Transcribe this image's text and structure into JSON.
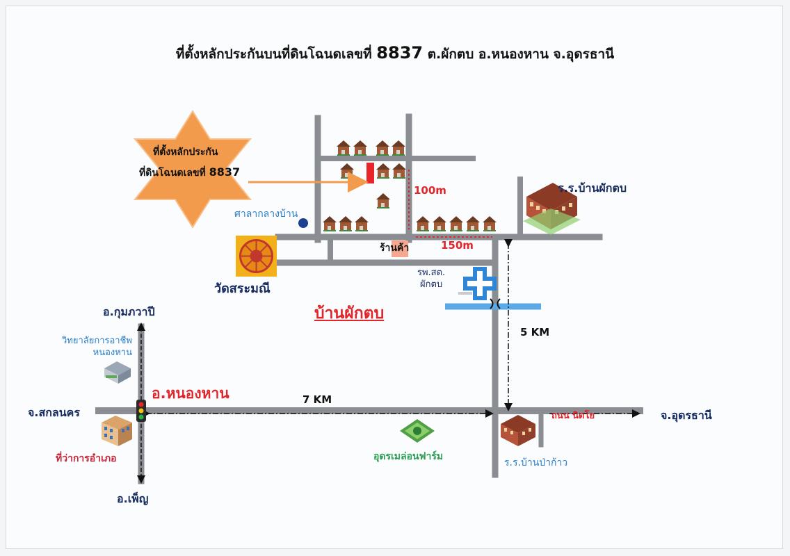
{
  "title": {
    "prefix": "ที่ตั้งหลักประกันบนที่ดินโฉนดเลขที่",
    "number": "8837",
    "suffix": "ต.ผักตบ อ.หนองหาน จ.อุดรธานี"
  },
  "collateral": {
    "line1": "ที่ตั้งหลักประกัน",
    "line2_prefix": "ที่ดินโฉนดเลขที่",
    "line2_number": "8837"
  },
  "distances": {
    "d100m": "100m",
    "d150m": "150m",
    "d5km": "5 KM",
    "d7km": "7 KM"
  },
  "places": {
    "village_hall": "ศาลากลางบ้าน",
    "school_phaktop": "ร.ร.บ้านผักตบ",
    "shop": "ร้านค้า",
    "temple": "วัดสระมณี",
    "health_center_l1": "รพ.สต.",
    "health_center_l2": "ผักตบ",
    "village": "บ้านผักตบ",
    "kumphawapi": "อ.กุมภวาปี",
    "college_l1": "วิทยาลัยการอาชีพ",
    "college_l2": "หนองหาน",
    "nong_han": "อ.หนองหาน",
    "sakon_nakhon": "จ.สกลนคร",
    "district_office": "ที่ว่าการอำเภอ",
    "phen": "อ.เพ็ญ",
    "melon_farm": "อุดรเมล่อนฟาร์ม",
    "school_pakao": "ร.ร.บ้านป่าก้าว",
    "road_name": "ถนน นิตโย",
    "udon_thani": "จ.อุดรธานี"
  },
  "colors": {
    "road": "#8a8d92",
    "star": "#f39b4c",
    "title": "#1f3d8a",
    "accent_red": "#e0252b",
    "marker_red": "#e8262a",
    "river": "#5aa9e6"
  },
  "icons": {
    "collateral": "red-rectangle-marker",
    "house": "house-icon",
    "school": "school-building-icon",
    "temple": "temple-wheel-icon",
    "hospital": "hospital-cross-icon",
    "traffic_light": "traffic-light-icon",
    "hall": "blue-dot-icon",
    "farm": "farm-icon",
    "bridge": "bridge-icon"
  }
}
